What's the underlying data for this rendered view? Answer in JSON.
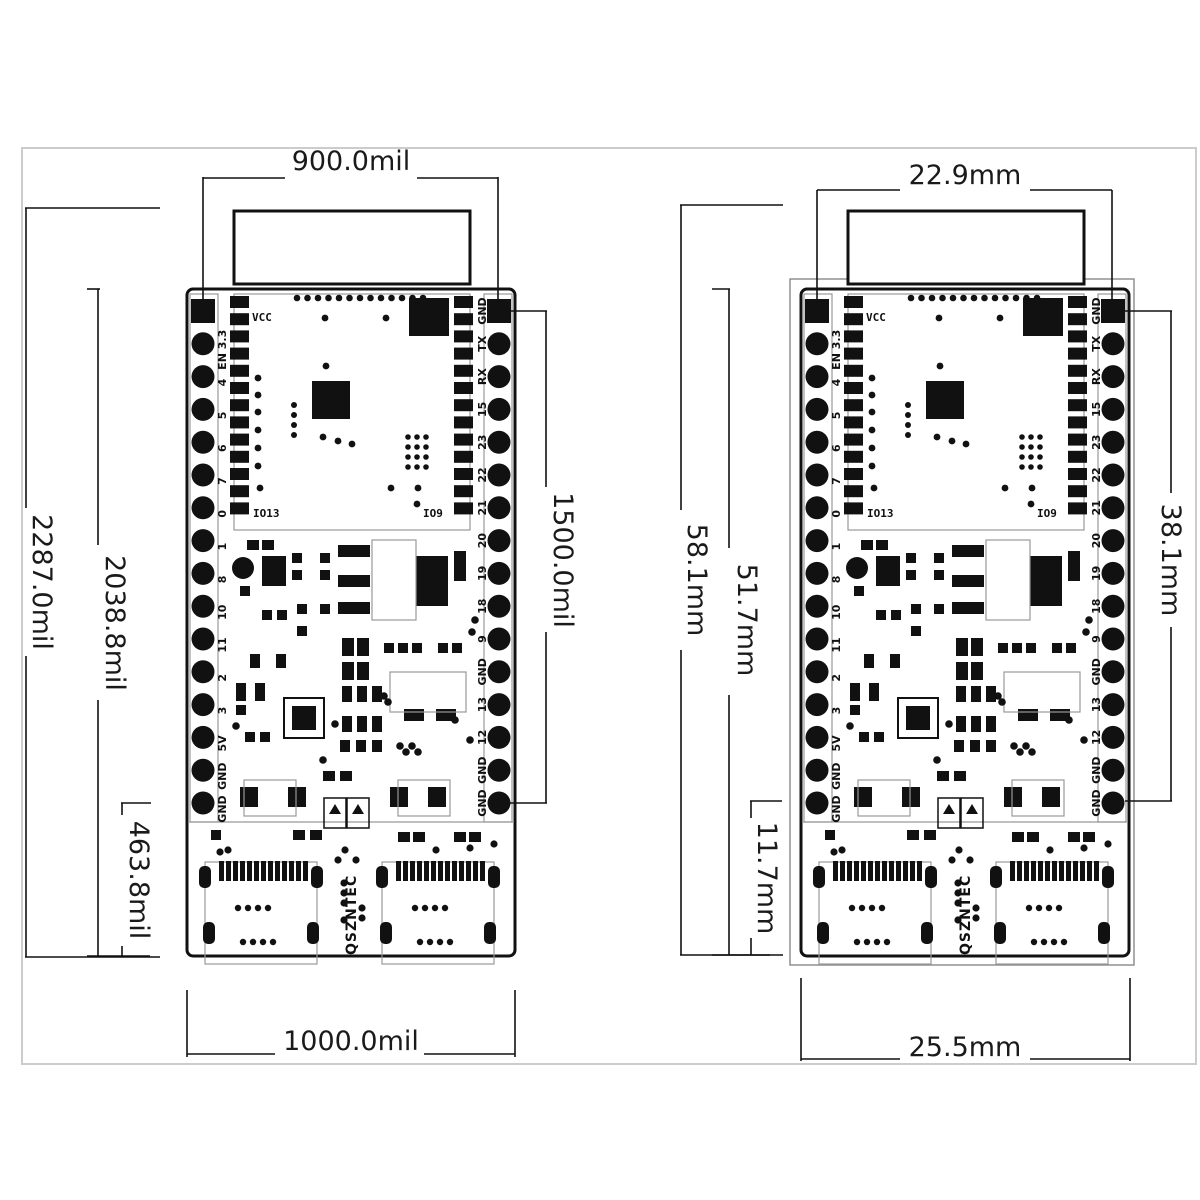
{
  "boards": [
    {
      "id": "mil",
      "dims": {
        "top_width": "900.0mil",
        "bottom_width": "1000.0mil",
        "total_height": "2287.0mil",
        "body_height": "2038.8mil",
        "pin_span": "1500.0mil",
        "connector_height": "463.8mil"
      }
    },
    {
      "id": "mm",
      "dims": {
        "top_width": "22.9mm",
        "bottom_width": "25.5mm",
        "total_height": "58.1mm",
        "body_height": "51.7mm",
        "pin_span": "38.1mm",
        "connector_height": "11.7mm"
      }
    }
  ],
  "silkscreen": {
    "vcc": "VCC",
    "io13": "IO13",
    "io9": "IO9",
    "brand": "QSZNTEC",
    "left_pins": [
      "",
      "EN 3.3",
      "4",
      "5",
      "6",
      "7",
      "0",
      "1",
      "8",
      "10",
      "11",
      "2",
      "3",
      "5V",
      "GND",
      "GND"
    ],
    "right_pins": [
      "GND",
      "TX",
      "RX",
      "15",
      "23",
      "22",
      "21",
      "20",
      "19",
      "18",
      "9",
      "GND",
      "13",
      "12",
      "GND",
      "GND"
    ]
  },
  "colors": {
    "ink": "#111111",
    "frame": "#cccccc",
    "background": "#ffffff"
  }
}
